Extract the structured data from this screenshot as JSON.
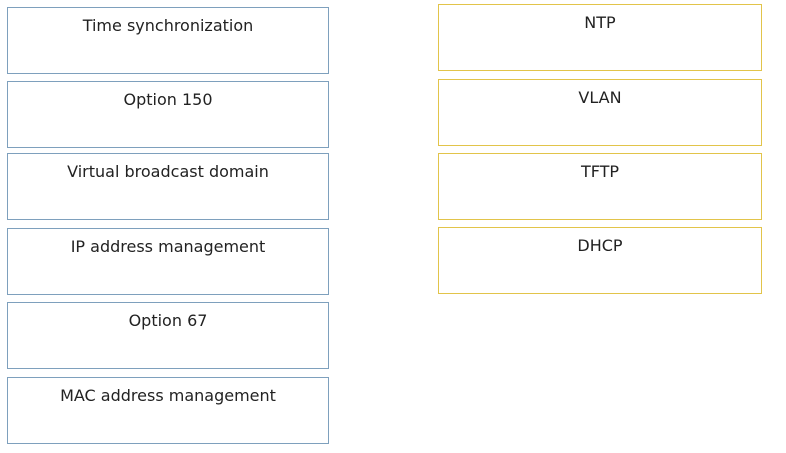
{
  "colors": {
    "description_border": "#7ea0bd",
    "term_border": "#e2c44a",
    "text": "#222222",
    "background": "#ffffff"
  },
  "descriptions": [
    {
      "label": "Time synchronization"
    },
    {
      "label": "Option 150"
    },
    {
      "label": "Virtual broadcast domain"
    },
    {
      "label": "IP address management"
    },
    {
      "label": "Option 67"
    },
    {
      "label": "MAC address management"
    }
  ],
  "terms": [
    {
      "label": "NTP"
    },
    {
      "label": "VLAN"
    },
    {
      "label": "TFTP"
    },
    {
      "label": "DHCP"
    }
  ]
}
